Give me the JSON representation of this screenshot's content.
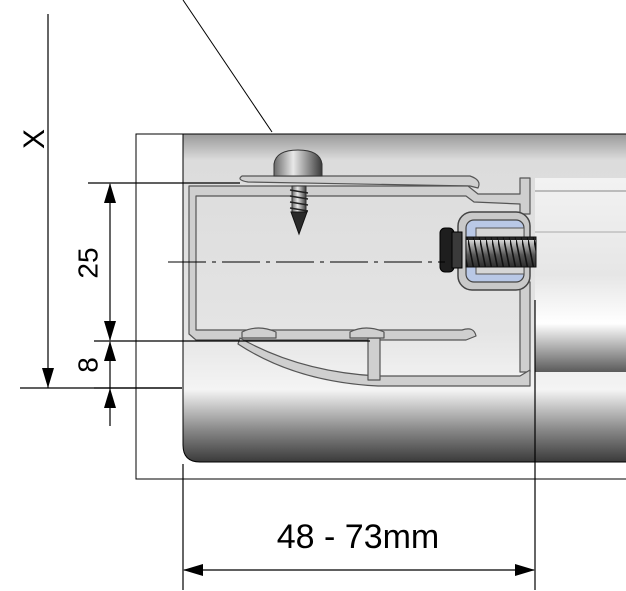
{
  "labels": {
    "x_dimension": "X",
    "height_dimension": "25",
    "offset_dimension": "8",
    "width_range": "48 - 73mm"
  },
  "colors": {
    "line": "#000000",
    "profile_fill": "#cfcfcf",
    "profile_stroke": "#555555",
    "panel_light": "#e9e9e9",
    "panel_dark": "#3a3a3a",
    "insert_blue": "#b9c8e6"
  }
}
